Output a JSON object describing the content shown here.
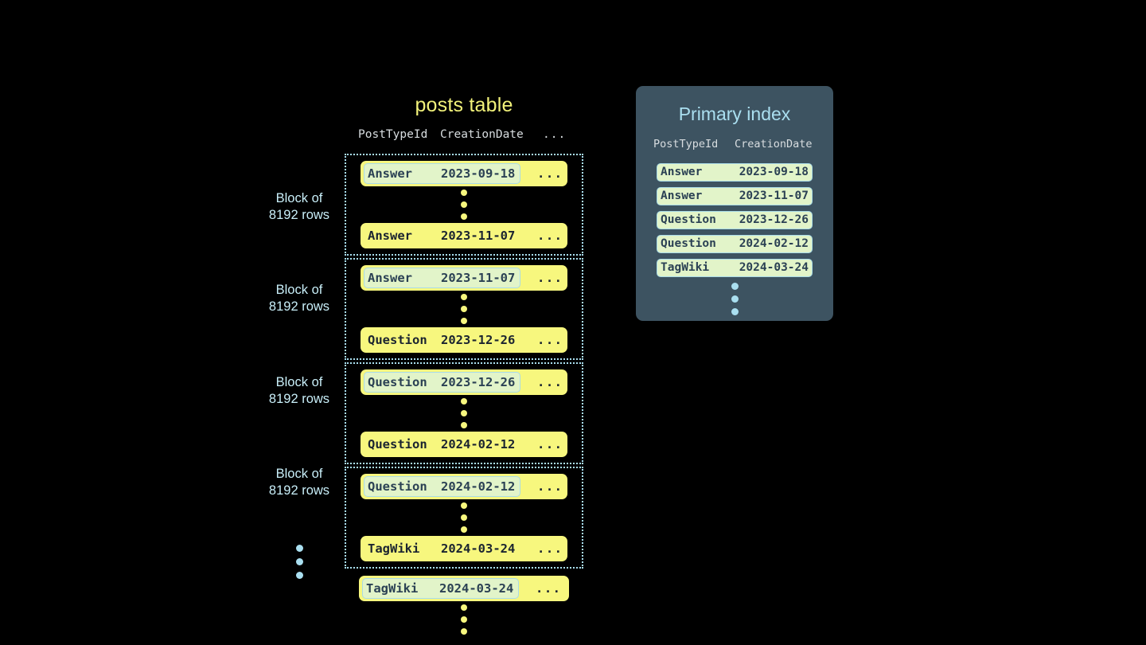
{
  "posts_table": {
    "title": "posts table",
    "columns": [
      "PostTypeId",
      "CreationDate",
      "..."
    ],
    "more_marker": "...",
    "blocks": [
      {
        "label": "Block of\n8192 rows",
        "first_row": {
          "post_type_id": "Answer",
          "creation_date": "2023-09-18",
          "more": "...",
          "highlighted": true
        },
        "last_row": {
          "post_type_id": "Answer",
          "creation_date": "2023-11-07",
          "more": "...",
          "highlighted": false
        }
      },
      {
        "label": "Block of\n8192 rows",
        "first_row": {
          "post_type_id": "Answer",
          "creation_date": "2023-11-07",
          "more": "...",
          "highlighted": true
        },
        "last_row": {
          "post_type_id": "Question",
          "creation_date": "2023-12-26",
          "more": "...",
          "highlighted": false
        }
      },
      {
        "label": "Block of\n8192 rows",
        "first_row": {
          "post_type_id": "Question",
          "creation_date": "2023-12-26",
          "more": "...",
          "highlighted": true
        },
        "last_row": {
          "post_type_id": "Question",
          "creation_date": "2024-02-12",
          "more": "...",
          "highlighted": false
        }
      },
      {
        "label": "Block of\n8192 rows",
        "first_row": {
          "post_type_id": "Question",
          "creation_date": "2024-02-12",
          "more": "...",
          "highlighted": true
        },
        "last_row": {
          "post_type_id": "TagWiki",
          "creation_date": "2024-03-24",
          "more": "...",
          "highlighted": false
        }
      }
    ],
    "trailing_row": {
      "post_type_id": "TagWiki",
      "creation_date": "2024-03-24",
      "more": "...",
      "highlighted": true
    }
  },
  "primary_index": {
    "title": "Primary index",
    "columns": [
      "PostTypeId",
      "CreationDate"
    ],
    "entries": [
      {
        "post_type_id": "Answer",
        "creation_date": "2023-09-18"
      },
      {
        "post_type_id": "Answer",
        "creation_date": "2023-11-07"
      },
      {
        "post_type_id": "Question",
        "creation_date": "2023-12-26"
      },
      {
        "post_type_id": "Question",
        "creation_date": "2024-02-12"
      },
      {
        "post_type_id": "TagWiki",
        "creation_date": "2024-03-24"
      }
    ]
  },
  "colors": {
    "background": "#000000",
    "row_yellow": "#f7f77e",
    "title_yellow": "#f2f27a",
    "accent_cyan": "#aadff0",
    "panel_slate": "#3d5361",
    "highlight_green": "#e2f4c9",
    "header_gray": "#d8dde0"
  }
}
